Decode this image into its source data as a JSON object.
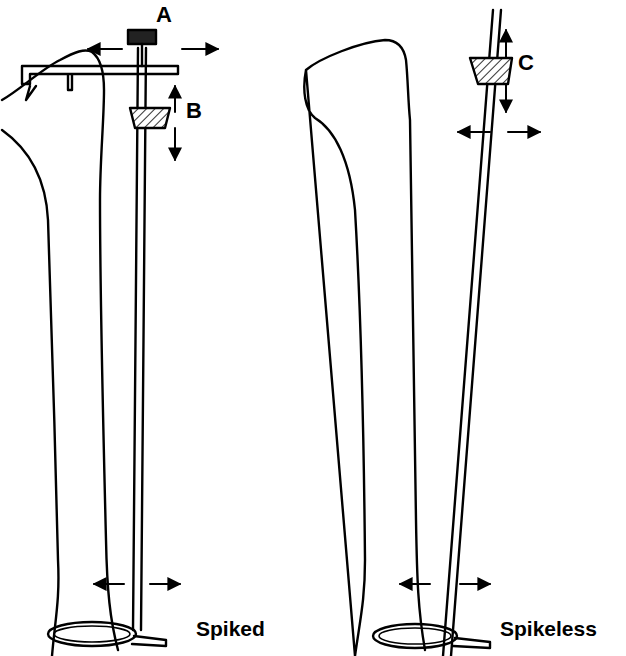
{
  "diagram": {
    "labels": [
      "A",
      "B",
      "Spiked",
      "C",
      "Spikeless"
    ]
  }
}
